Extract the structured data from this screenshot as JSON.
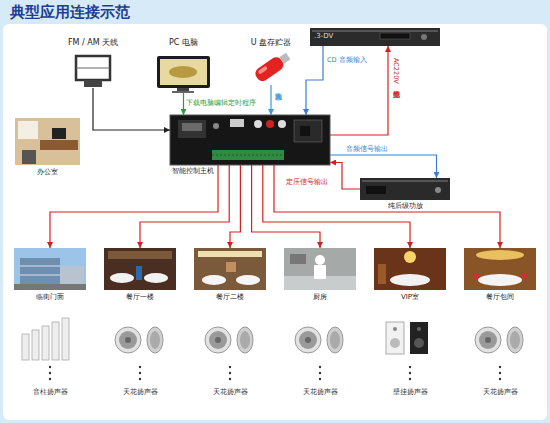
{
  "diagram": {
    "title": "典型应用连接示范",
    "nodes": [
      {
        "text": [
          "FM / AM 天线"
        ]
      },
      {
        "text": [
          "PC 电脑"
        ]
      },
      {
        "text": [
          "U 盘存贮器"
        ]
      },
      {
        "text": [
          ".3-DV"
        ]
      },
      {
        "text": [
          "办公室"
        ]
      },
      {
        "text": [
          "智能控制主机"
        ]
      },
      {
        "text": [
          "纯后级功放"
        ]
      },
      {
        "text": [
          "临街门面"
        ]
      },
      {
        "text": [
          "餐厅一楼"
        ]
      },
      {
        "text": [
          "餐厅二楼"
        ]
      },
      {
        "text": [
          "厨房"
        ]
      },
      {
        "text": [
          "VIP室"
        ]
      },
      {
        "text": [
          "餐厅包间"
        ]
      },
      {
        "text": [
          "音柱扬声器"
        ]
      },
      {
        "text": [
          "天花扬声器"
        ]
      },
      {
        "text": [
          "天花扬声器"
        ]
      },
      {
        "text": [
          "天花扬声器"
        ]
      },
      {
        "text": [
          "壁挂扬声器"
        ]
      },
      {
        "text": [
          "天花扬声器"
        ]
      }
    ],
    "edges": [
      {
        "from": 0,
        "to": 5,
        "arrow": "to"
      },
      {
        "from": 1,
        "to": 5,
        "label": "下载电脑编辑定时程序",
        "arrow": "to"
      },
      {
        "from": 2,
        "to": 5,
        "label": "音频输入",
        "arrow": "to"
      },
      {
        "from": 3,
        "to": 5,
        "label": "CD 音频输入",
        "arrow": "to"
      },
      {
        "from": 5,
        "to": 3,
        "label": "AC220V 受控电源",
        "arrow": "to"
      },
      {
        "from": 5,
        "to": 6,
        "label": "音频信号输出",
        "arrow": "to"
      },
      {
        "from": 6,
        "to": 5,
        "label": "定压信号输出",
        "arrow": "to"
      },
      {
        "from": 5,
        "to": 7,
        "arrow": "to"
      },
      {
        "from": 5,
        "to": 8,
        "arrow": "to"
      },
      {
        "from": 5,
        "to": 9,
        "arrow": "to"
      },
      {
        "from": 5,
        "to": 10,
        "arrow": "to"
      },
      {
        "from": 5,
        "to": 11,
        "arrow": "to"
      },
      {
        "from": 5,
        "to": 12,
        "arrow": "to"
      }
    ]
  }
}
